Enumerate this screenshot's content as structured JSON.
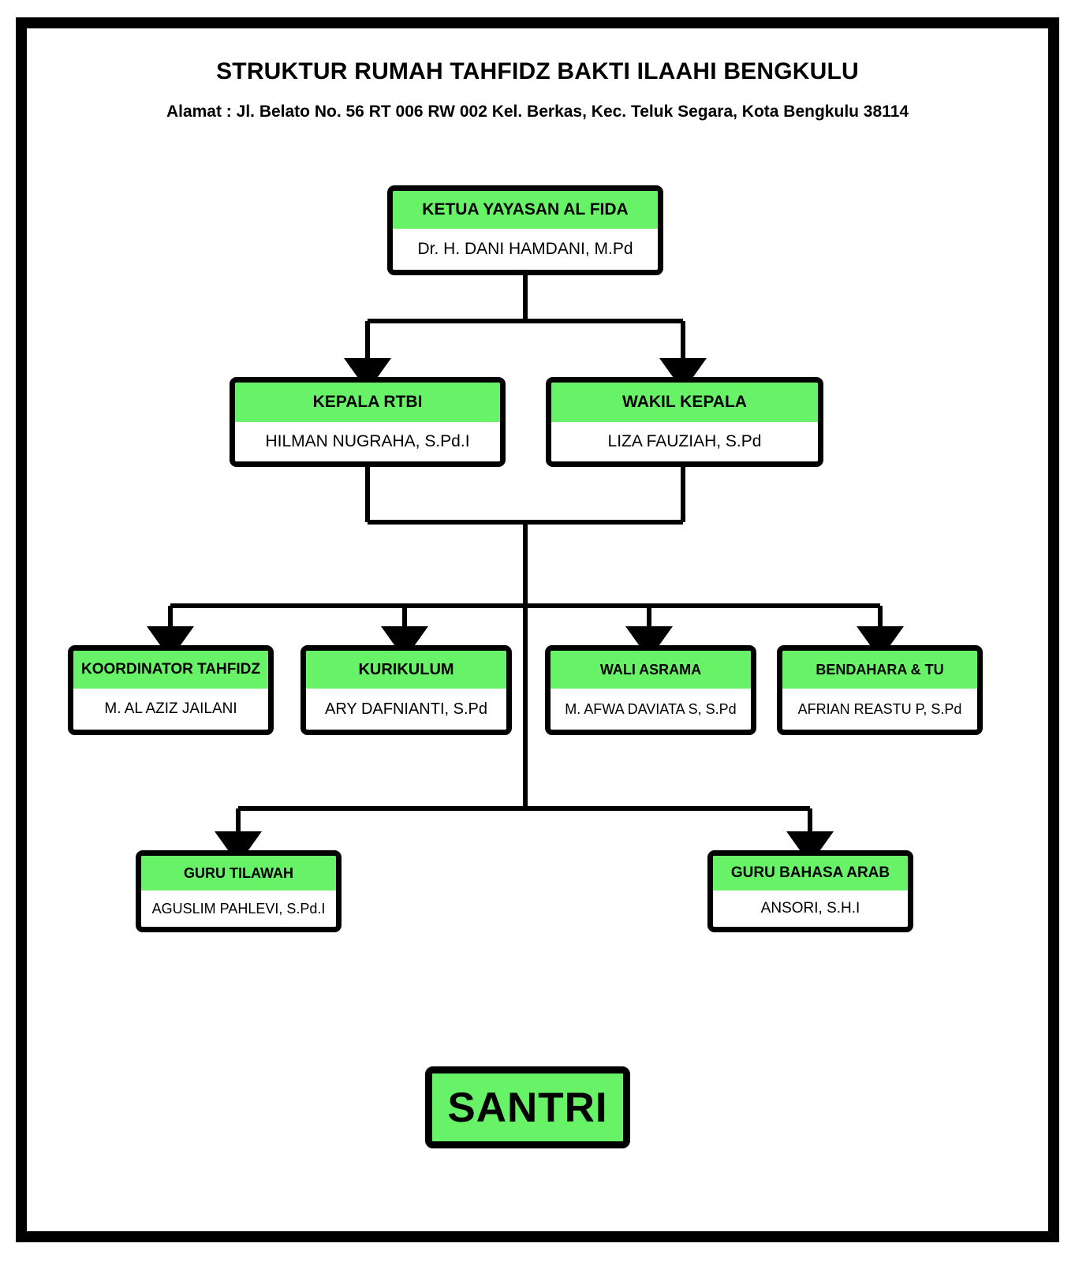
{
  "header": {
    "title": "STRUKTUR RUMAH TAHFIDZ BAKTI ILAAHI BENGKULU",
    "address": "Alamat : Jl. Belato No. 56 RT 006 RW 002 Kel. Berkas, Kec. Teluk Segara, Kota Bengkulu 38114"
  },
  "colors": {
    "header_green": "#67f267",
    "box_border": "#000000",
    "body_white": "#ffffff",
    "text": "#000000"
  },
  "chart_data": {
    "type": "diagram",
    "title": "STRUKTUR RUMAH TAHFIDZ BAKTI ILAAHI BENGKULU",
    "subtitle": "Alamat : Jl. Belato No. 56 RT 006 RW 002 Kel. Berkas, Kec. Teluk Segara, Kota Bengkulu 38114",
    "orientation": "top-down",
    "levels": [
      {
        "level": 1,
        "nodes": [
          "ketua"
        ]
      },
      {
        "level": 2,
        "nodes": [
          "kepala",
          "wakil"
        ]
      },
      {
        "level": 3,
        "nodes": [
          "koordinator",
          "kurikulum",
          "wali",
          "bendahara"
        ]
      },
      {
        "level": 4,
        "nodes": [
          "tilawah",
          "arab"
        ]
      },
      {
        "level": 5,
        "nodes": [
          "santri"
        ]
      }
    ],
    "edges": [
      {
        "from": "ketua",
        "to": "kepala"
      },
      {
        "from": "ketua",
        "to": "wakil"
      },
      {
        "from": "kepala",
        "to": "koordinator"
      },
      {
        "from": "kepala",
        "to": "kurikulum"
      },
      {
        "from": "kepala",
        "to": "wali"
      },
      {
        "from": "kepala",
        "to": "bendahara"
      },
      {
        "from": "wakil",
        "to": "koordinator"
      },
      {
        "from": "wakil",
        "to": "kurikulum"
      },
      {
        "from": "wakil",
        "to": "wali"
      },
      {
        "from": "wakil",
        "to": "bendahara"
      },
      {
        "from": "level3",
        "to": "tilawah"
      },
      {
        "from": "level3",
        "to": "arab"
      }
    ]
  },
  "nodes": {
    "ketua": {
      "role": "KETUA YAYASAN AL FIDA",
      "name": "Dr. H. DANI HAMDANI, M.Pd"
    },
    "kepala": {
      "role": "KEPALA RTBI",
      "name": "HILMAN NUGRAHA, S.Pd.I"
    },
    "wakil": {
      "role": "WAKIL KEPALA",
      "name": "LIZA FAUZIAH, S.Pd"
    },
    "koordinator": {
      "role": "KOORDINATOR TAHFIDZ",
      "name": "M. AL AZIZ JAILANI"
    },
    "kurikulum": {
      "role": "KURIKULUM",
      "name": "ARY DAFNIANTI, S.Pd"
    },
    "wali": {
      "role": "WALI ASRAMA",
      "name": "M. AFWA DAVIATA S, S.Pd"
    },
    "bendahara": {
      "role": "BENDAHARA & TU",
      "name": "AFRIAN REASTU P, S.Pd"
    },
    "tilawah": {
      "role": "GURU TILAWAH",
      "name": "AGUSLIM PAHLEVI, S.Pd.I"
    },
    "arab": {
      "role": "GURU BAHASA ARAB",
      "name": "ANSORI, S.H.I"
    },
    "santri": {
      "role": "SANTRI"
    }
  }
}
